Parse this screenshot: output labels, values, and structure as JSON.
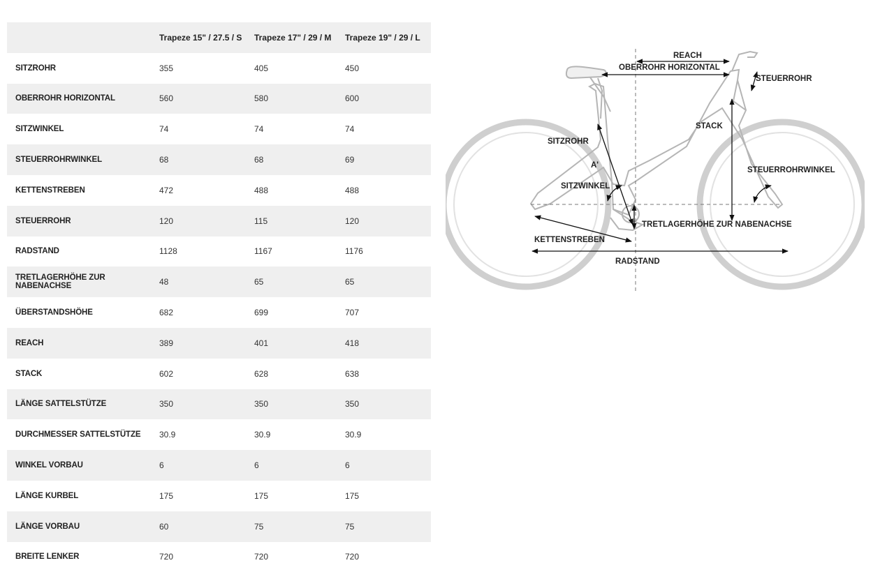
{
  "table": {
    "columns": [
      "",
      "Trapeze 15\" / 27.5 / S",
      "Trapeze 17\" / 29 / M",
      "Trapeze 19\" / 29 / L"
    ],
    "rows": [
      {
        "label": "SITZROHR",
        "values": [
          "355",
          "405",
          "450"
        ]
      },
      {
        "label": "OBERROHR HORIZONTAL",
        "values": [
          "560",
          "580",
          "600"
        ]
      },
      {
        "label": "SITZWINKEL",
        "values": [
          "74",
          "74",
          "74"
        ]
      },
      {
        "label": "STEUERROHRWINKEL",
        "values": [
          "68",
          "68",
          "69"
        ]
      },
      {
        "label": "KETTENSTREBEN",
        "values": [
          "472",
          "488",
          "488"
        ]
      },
      {
        "label": "STEUERROHR",
        "values": [
          "120",
          "115",
          "120"
        ]
      },
      {
        "label": "RADSTAND",
        "values": [
          "1128",
          "1167",
          "1176"
        ]
      },
      {
        "label": "TRETLAGERHÖHE ZUR NABENACHSE",
        "values": [
          "48",
          "65",
          "65"
        ]
      },
      {
        "label": "ÜBERSTANDSHÖHE",
        "values": [
          "682",
          "699",
          "707"
        ]
      },
      {
        "label": "REACH",
        "values": [
          "389",
          "401",
          "418"
        ]
      },
      {
        "label": "STACK",
        "values": [
          "602",
          "628",
          "638"
        ]
      },
      {
        "label": "LÄNGE SATTELSTÜTZE",
        "values": [
          "350",
          "350",
          "350"
        ]
      },
      {
        "label": "DURCHMESSER SATTELSTÜTZE",
        "values": [
          "30.9",
          "30.9",
          "30.9"
        ]
      },
      {
        "label": "WINKEL VORBAU",
        "values": [
          "6",
          "6",
          "6"
        ]
      },
      {
        "label": "LÄNGE KURBEL",
        "values": [
          "175",
          "175",
          "175"
        ]
      },
      {
        "label": "LÄNGE VORBAU",
        "values": [
          "60",
          "75",
          "75"
        ]
      },
      {
        "label": "BREITE LENKER",
        "values": [
          "720",
          "720",
          "720"
        ]
      }
    ]
  },
  "diagram": {
    "labels": {
      "reach": "REACH",
      "oberrohr": "OBERROHR HORIZONTAL",
      "steuerrohr": "STEUERROHR",
      "stack": "STACK",
      "sitzrohr": "SITZROHR",
      "a": "A'",
      "sitzwinkel": "SITZWINKEL",
      "steuerrohrwinkel": "STEUERROHRWINKEL",
      "tretlager": "TRETLAGERHÖHE ZUR NABENACHSE",
      "kettenstreben": "KETTENSTREBEN",
      "radstand": "RADSTAND"
    }
  }
}
